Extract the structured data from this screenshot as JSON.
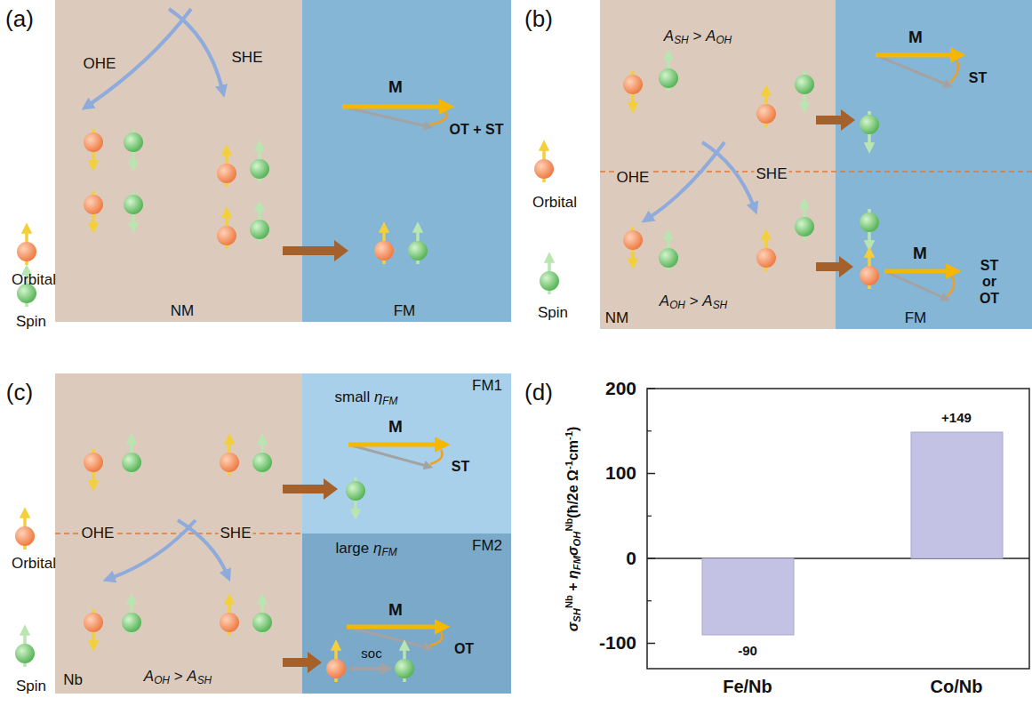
{
  "diagram": {
    "nodes": [
      {
        "text": [
          "NM"
        ]
      },
      {
        "text": [
          "FM"
        ]
      },
      {
        "text": [
          "NM"
        ]
      },
      {
        "text": [
          "FM"
        ]
      },
      {
        "text": [
          "Nb"
        ]
      },
      {
        "text": [
          "small ηFM",
          "FM1"
        ]
      },
      {
        "text": [
          "large ηFM",
          "FM2"
        ]
      }
    ],
    "labels": [
      "(a)",
      "OHE",
      "SHE",
      "M",
      "OT + ST",
      "(b)",
      "ASH > AOH",
      "OHE",
      "SHE",
      "M",
      "ST",
      "M",
      "ST or OT",
      "AOH > ASH",
      "(c)",
      "M",
      "ST",
      "OHE",
      "SHE",
      "M",
      "OT",
      "soc",
      "AOH > ASH",
      "(d)",
      "200",
      "100",
      "0",
      "-100",
      "+149",
      "-90",
      "Fe/Nb",
      "Co/Nb",
      "σSHNb + ηFMσOHNb(ħ/2e Ω-1cm-1)"
    ],
    "legend": [
      {
        "text": "Orbital"
      },
      {
        "text": "Spin"
      },
      {
        "text": "Orbital"
      },
      {
        "text": "Spin"
      },
      {
        "text": "Orbital"
      },
      {
        "text": "Spin"
      }
    ]
  }
}
